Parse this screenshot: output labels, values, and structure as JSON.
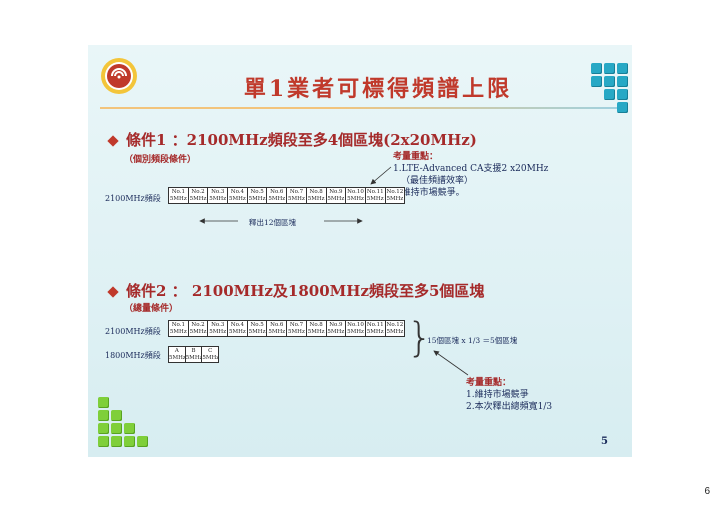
{
  "slide": {
    "title": "單1業者可標得頻譜上限",
    "page_number": "5"
  },
  "document": {
    "page_number": "6"
  },
  "condition1": {
    "heading": "條件1 ：2100MHz頻段至多4個區塊(2x20MHz)",
    "subheading": "（個別頻段條件）",
    "band_label": "2100MHz頻段",
    "blocks": [
      {
        "no": "No.1",
        "bw": "5MHz"
      },
      {
        "no": "No.2",
        "bw": "5MHz"
      },
      {
        "no": "No.3",
        "bw": "5MHz"
      },
      {
        "no": "No.4",
        "bw": "5MHz"
      },
      {
        "no": "No.5",
        "bw": "5MHz"
      },
      {
        "no": "No.6",
        "bw": "5MHz"
      },
      {
        "no": "No.7",
        "bw": "5MHz"
      },
      {
        "no": "No.8",
        "bw": "5MHz"
      },
      {
        "no": "No.9",
        "bw": "5MHz"
      },
      {
        "no": "No.10",
        "bw": "5MHz"
      },
      {
        "no": "No.11",
        "bw": "5MHz"
      },
      {
        "no": "No.12",
        "bw": "5MHz"
      }
    ],
    "release_text": "釋出12個區塊",
    "note": {
      "head": "考量重點：",
      "line1": "1.LTE-Advanced CA支援2 x20MHz",
      "line2": "（最佳頻譜效率）",
      "line3": "2.維持市場競爭。"
    }
  },
  "condition2": {
    "heading": "條件2 ： 2100MHz及1800MHz頻段至多5個區塊",
    "subheading": "（總量條件）",
    "band_label_2100": "2100MHz頻段",
    "band_label_1800": "1800MHz頻段",
    "blocks_2100": [
      {
        "no": "No.1",
        "bw": "5MHz"
      },
      {
        "no": "No.2",
        "bw": "5MHz"
      },
      {
        "no": "No.3",
        "bw": "5MHz"
      },
      {
        "no": "No.4",
        "bw": "5MHz"
      },
      {
        "no": "No.5",
        "bw": "5MHz"
      },
      {
        "no": "No.6",
        "bw": "5MHz"
      },
      {
        "no": "No.7",
        "bw": "5MHz"
      },
      {
        "no": "No.8",
        "bw": "5MHz"
      },
      {
        "no": "No.9",
        "bw": "5MHz"
      },
      {
        "no": "No.10",
        "bw": "5MHz"
      },
      {
        "no": "No.11",
        "bw": "5MHz"
      },
      {
        "no": "No.12",
        "bw": "5MHz"
      }
    ],
    "blocks_1800": [
      {
        "no": "A",
        "bw": "5MHz"
      },
      {
        "no": "B",
        "bw": "5MHz"
      },
      {
        "no": "C",
        "bw": "5MHz"
      }
    ],
    "formula": "15個區塊 x 1/3 ＝5個區塊",
    "note": {
      "head": "考量重點：",
      "line1": "1.維持市場競爭",
      "line2": "2.本次釋出總頻寬1/3"
    }
  },
  "colors": {
    "title": "#c0392b",
    "heading": "#a52a2a",
    "square_blue": "#27a8c5",
    "square_green": "#7fcf3a"
  }
}
